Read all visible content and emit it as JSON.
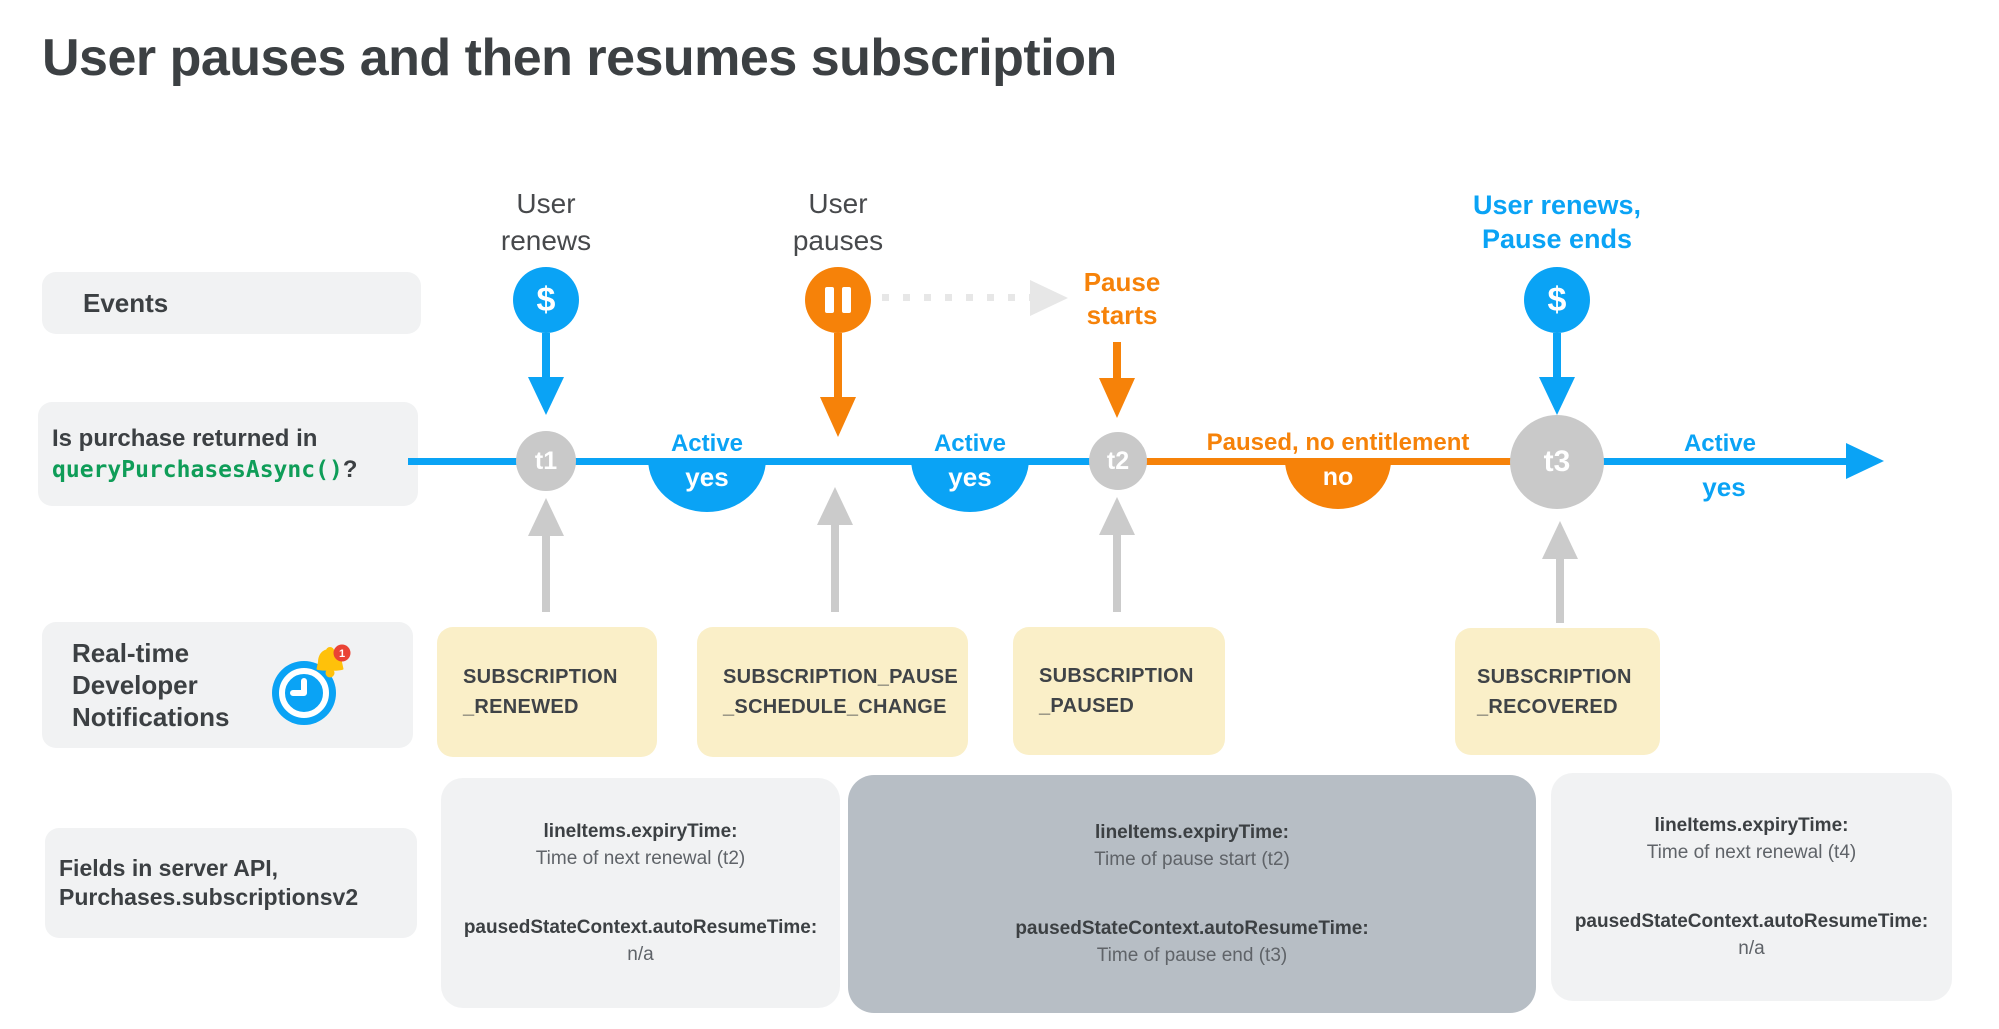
{
  "title": "User pauses and then resumes subscription",
  "colors": {
    "blue": "#0AA3F5",
    "orange": "#F68209",
    "code_green": "#0F9D58",
    "node_gray": "#C9C9C9",
    "arrow_gray": "#CBCBCB",
    "dotted_arrow_gray": "#E7E7E7",
    "notification_yellow": "#FAEFC8",
    "label_box_gray": "#F1F2F3",
    "highlighted_box_gray": "#B7BEC5",
    "text_dark": "#3C4043",
    "text_medium": "#5F6368"
  },
  "row_labels": {
    "events": "Events",
    "purchase_question": "Is purchase returned in",
    "purchase_code": "queryPurchasesAsync()",
    "purchase_suffix": "?",
    "rtdn": [
      "Real-time",
      "Developer",
      "Notifications"
    ],
    "rtdn_badge": "1",
    "fields": [
      "Fields in server API,",
      "Purchases.subscriptionsv2"
    ]
  },
  "events": {
    "user_renews": {
      "line1": "User",
      "line2": "renews",
      "symbol": "$"
    },
    "user_pauses": {
      "line1": "User",
      "line2": "pauses"
    },
    "pause_starts": {
      "line1": "Pause",
      "line2": "starts"
    },
    "user_renews_again": {
      "line1": "User renews,",
      "line2": "Pause ends",
      "symbol": "$"
    }
  },
  "timeline": {
    "nodes": [
      {
        "label": "t1"
      },
      {
        "label": "t2"
      },
      {
        "label": "t3"
      }
    ],
    "statuses": [
      {
        "label": "Active",
        "value": "yes"
      },
      {
        "label": "Active",
        "value": "yes"
      },
      {
        "label": "Paused, no entitlement",
        "value": "no"
      },
      {
        "label": "Active",
        "value": "yes"
      }
    ]
  },
  "notifications": [
    {
      "line1": "SUBSCRIPTION",
      "line2": "_RENEWED"
    },
    {
      "line1": "SUBSCRIPTION_PAUSE",
      "line2": "_SCHEDULE_CHANGE"
    },
    {
      "line1": "SUBSCRIPTION",
      "line2": "_PAUSED"
    },
    {
      "line1": "SUBSCRIPTION",
      "line2": "_RECOVERED"
    }
  ],
  "api_fields": [
    {
      "expiry_name": "lineItems.expiryTime:",
      "expiry_value": "Time of next renewal (t2)",
      "resume_name": "pausedStateContext.autoResumeTime:",
      "resume_value": "n/a"
    },
    {
      "expiry_name": "lineItems.expiryTime:",
      "expiry_value": "Time of pause start (t2)",
      "resume_name": "pausedStateContext.autoResumeTime:",
      "resume_value": "Time of pause end (t3)"
    },
    {
      "expiry_name": "lineItems.expiryTime:",
      "expiry_value": "Time of next renewal (t4)",
      "resume_name": "pausedStateContext.autoResumeTime:",
      "resume_value": "n/a"
    }
  ]
}
